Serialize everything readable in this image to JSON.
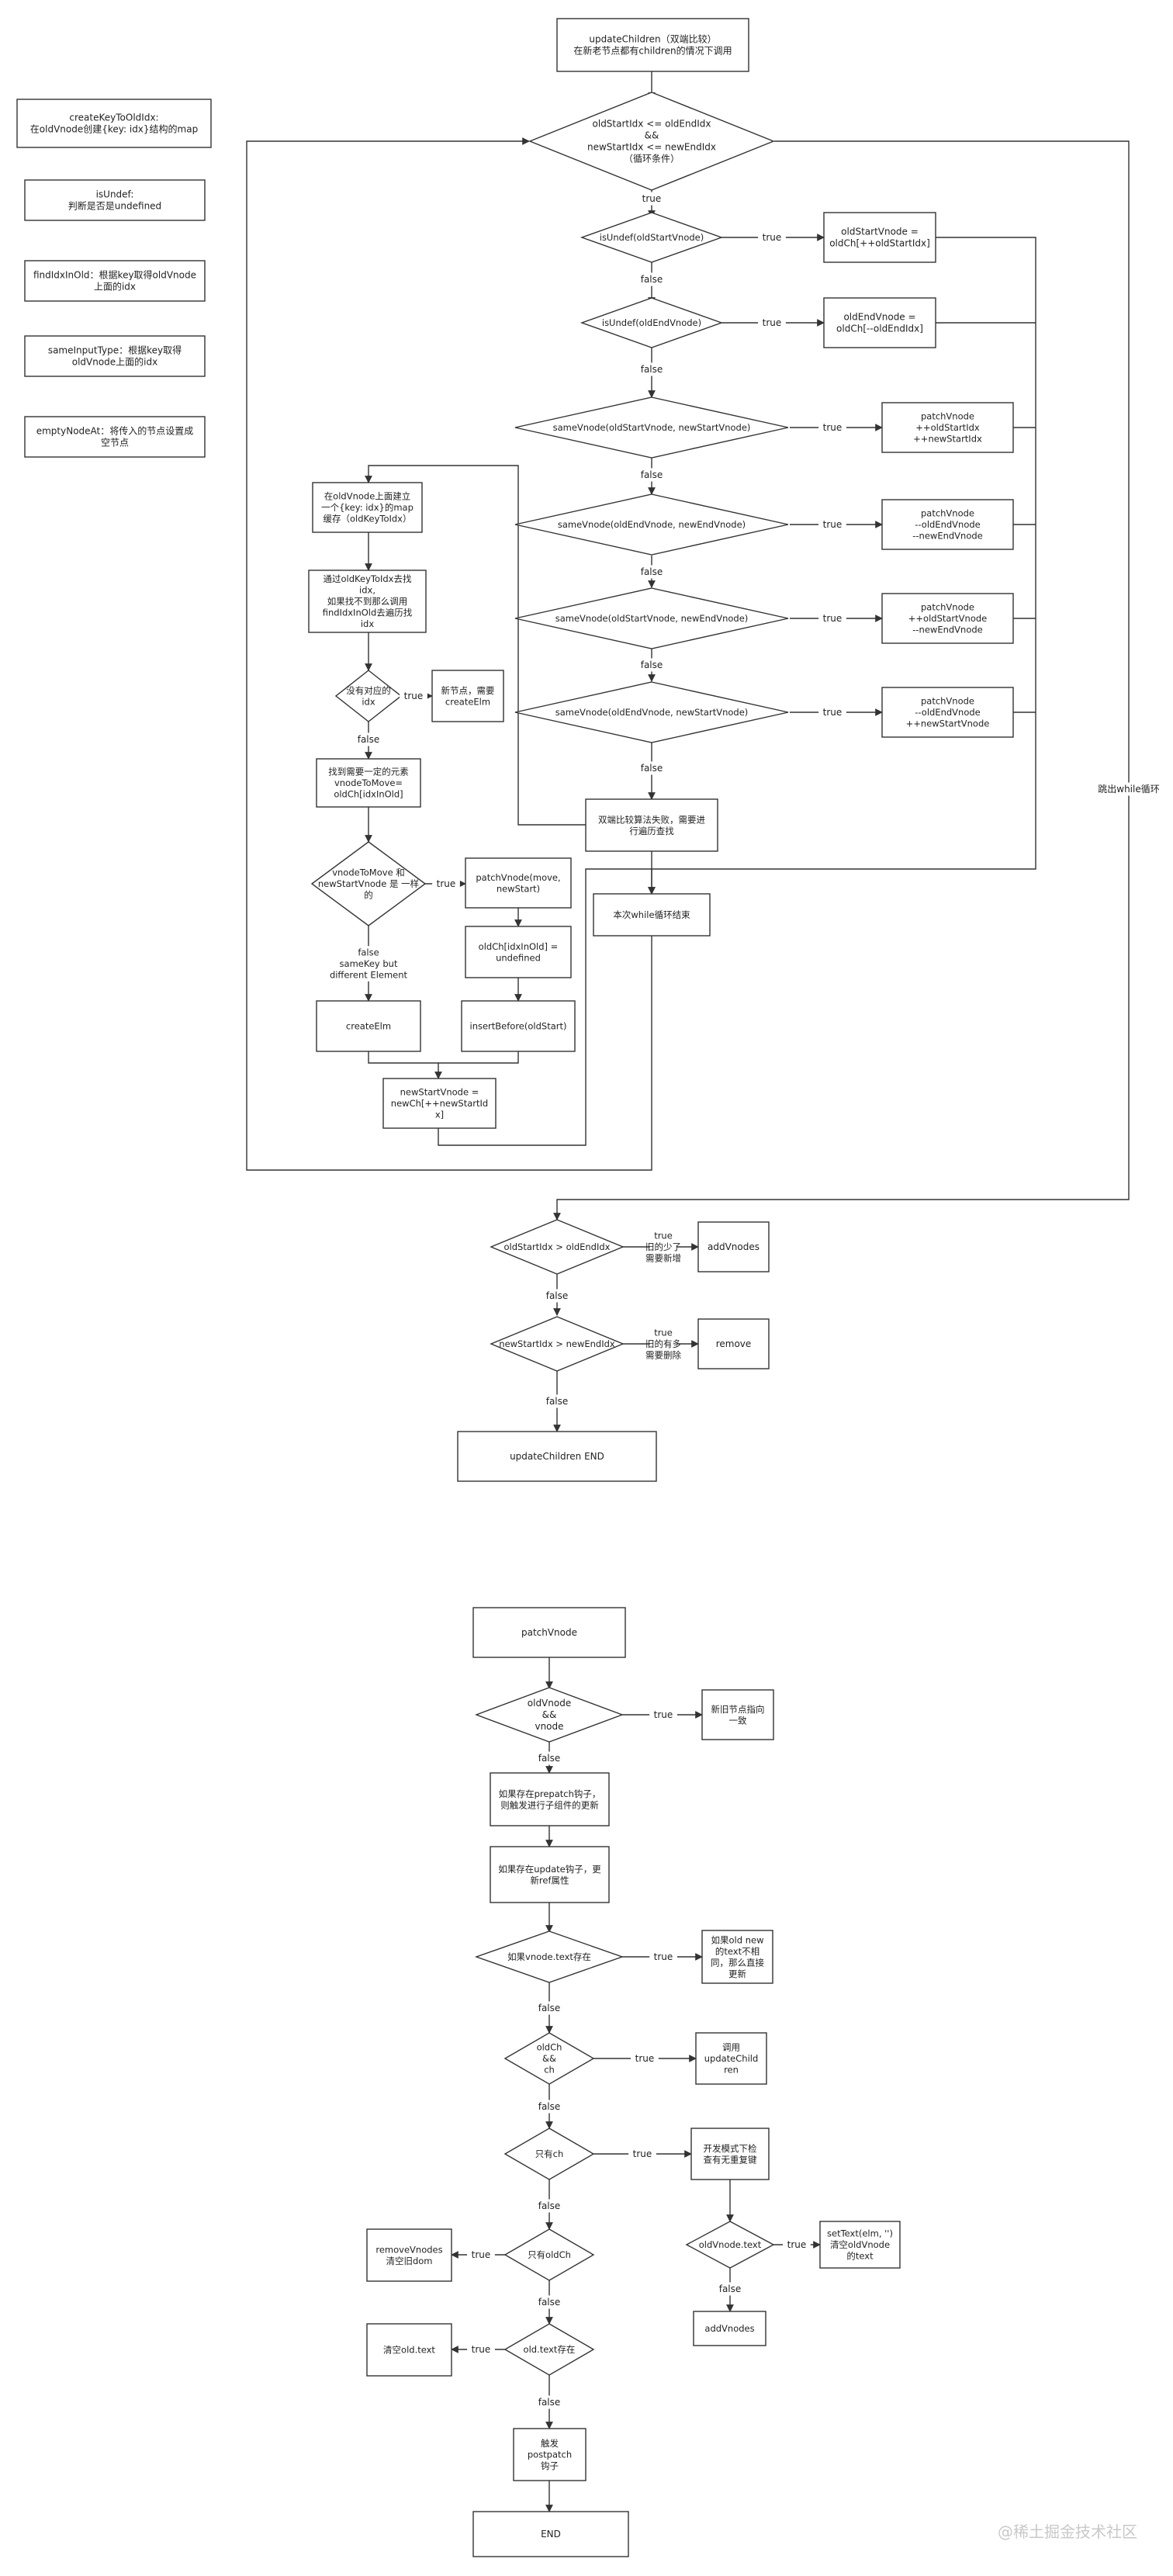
{
  "legend": [
    [
      "createKeyToOldIdx:",
      "在oldVnode创建{key: idx}结构的map"
    ],
    [
      "isUndef:",
      "判断是否是undefined"
    ],
    [
      "findIdxInOld：根据key取得oldVnode",
      "上面的idx"
    ],
    [
      "sameInputType：根据key取得",
      "oldVnode上面的idx"
    ],
    [
      "emptyNodeAt：将传入的节点设置成",
      "空节点"
    ]
  ],
  "update_children": {
    "start": [
      "updateChildren（双端比较）",
      "在新老节点都有children的情况下调用"
    ],
    "loop_condition": [
      "oldStartIdx <= oldEndIdx",
      "&&",
      "newStartIdx <= newEndIdx",
      "（循环条件）"
    ],
    "is_undef_old_start": [
      "isUndef(oldStartVnode)"
    ],
    "advance_old_start": [
      "oldStartVnode =",
      "oldCh[++oldStartIdx]"
    ],
    "is_undef_old_end": [
      "isUndef(oldEndVnode)"
    ],
    "advance_old_end": [
      "oldEndVnode =",
      "oldCh[--oldEndIdx]"
    ],
    "same_start_start": [
      "sameVnode(oldStartVnode, newStartVnode)"
    ],
    "patch_start_start": [
      "patchVnode",
      "++oldStartIdx",
      "++newStartIdx"
    ],
    "same_end_end": [
      "sameVnode(oldEndVnode, newEndVnode)"
    ],
    "patch_end_end": [
      "patchVnode",
      "--oldEndVnode",
      "--newEndVnode"
    ],
    "same_start_end": [
      "sameVnode(oldStartVnode, newEndVnode)"
    ],
    "patch_start_end": [
      "patchVnode",
      "++oldStartVnode",
      "--newEndVnode"
    ],
    "same_end_start": [
      "sameVnode(oldEndVnode, newStartVnode)"
    ],
    "patch_end_start": [
      "patchVnode",
      "--oldEndVnode",
      "++newStartVnode"
    ],
    "compare_failed": [
      "双端比较算法失败，需要进",
      "行遍历查找"
    ],
    "loop_end": [
      "本次while循环结束"
    ],
    "build_key_map": [
      "在oldVnode上面建立",
      "一个{key: idx}的map",
      "缓存（oldKeyToIdx）"
    ],
    "find_idx": [
      "通过oldKeyToIdx去找",
      "idx,",
      "如果找不到那么调用",
      "findIdxInOld去遍历找",
      "idx"
    ],
    "has_idx": [
      "没有对应的",
      "idx"
    ],
    "new_node_create": [
      "新节点，需要",
      "createElm"
    ],
    "find_move_elm": [
      "找到需要一定的元素",
      "vnodeToMove=",
      "oldCh[idxInOld]"
    ],
    "vnode_same": [
      "vnodeToMove 和",
      "newStartVnode 是 一样",
      "的"
    ],
    "patch_move": [
      "patchVnode(move,",
      "newStart)"
    ],
    "set_undefined": [
      "oldCh[idxInOld] =",
      "undefined"
    ],
    "insert_before": [
      "insertBefore(oldStart)"
    ],
    "create_elm": [
      "createElm"
    ],
    "advance_new_start": [
      "newStartVnode =",
      "newCh[++newStartId",
      "x]"
    ],
    "old_exhausted": [
      "oldStartIdx > oldEndIdx"
    ],
    "add_vnodes": [
      "addVnodes"
    ],
    "new_exhausted": [
      "newStartIdx > newEndIdx"
    ],
    "remove": [
      "remove"
    ],
    "end": [
      "updateChildren END"
    ],
    "lbl_exit_loop": "跳出while循环",
    "lbl_same_key": [
      "false",
      "sameKey but",
      "different Element"
    ],
    "lbl_old_less": [
      "true",
      "旧的少了",
      "需要新增"
    ],
    "lbl_old_more": [
      "true",
      "旧的有多",
      "需要删除"
    ]
  },
  "patch_vnode": {
    "start": [
      "patchVnode"
    ],
    "same_ref": [
      "oldVnode",
      "&&",
      "vnode"
    ],
    "same_ref_yes": [
      "新旧节点指向",
      "一致"
    ],
    "prepatch": [
      "如果存在prepatch钩子，",
      "则触发进行子组件的更新"
    ],
    "update_hook": [
      "如果存在update钩子，更",
      "新ref属性"
    ],
    "has_text": [
      "如果vnode.text存在"
    ],
    "text_differs": [
      "如果old new",
      "的text不相",
      "同，那么直接",
      "更新"
    ],
    "both_children": [
      "oldCh",
      "&&",
      "ch"
    ],
    "call_update_children": [
      "调用",
      "updateChild",
      "ren"
    ],
    "only_ch": [
      "只有ch"
    ],
    "dev_check_keys": [
      "开发模式下检",
      "查有无重复键"
    ],
    "old_text": [
      "oldVnode.text"
    ],
    "set_text": [
      "setText(elm, '')",
      "清空oldVnode",
      "的text"
    ],
    "add_vnodes": [
      "addVnodes"
    ],
    "only_old_ch": [
      "只有oldCh"
    ],
    "remove_vnodes": [
      "removeVnodes",
      "清空旧dom"
    ],
    "has_old_text": [
      "old.text存在"
    ],
    "clear_old_text": [
      "清空old.text"
    ],
    "postpatch": [
      "触发",
      "postpatch",
      "钩子"
    ],
    "end": [
      "END"
    ]
  },
  "branch": {
    "yes": "true",
    "no": "false"
  },
  "watermark": "@稀土掘金技术社区",
  "colors": {
    "stroke": "#333333",
    "text": "#222222",
    "fill": "#ffffff",
    "watermark": "#c8c8c8"
  }
}
